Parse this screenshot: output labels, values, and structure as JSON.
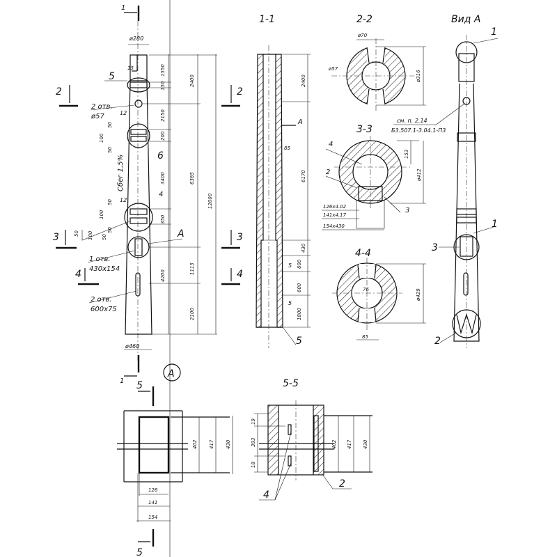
{
  "sections": {
    "s11": "1-1",
    "s22": "2-2",
    "s33": "3-3",
    "s44": "4-4",
    "s55": "5-5",
    "view_a": "Вид  А",
    "detail_a": "А",
    "cut1": "1",
    "cut2": "2",
    "cut3": "3",
    "cut4": "4",
    "cut5": "5"
  },
  "column": {
    "top_dia": "ø280",
    "bottom_dia": "ø460",
    "d15": "15",
    "callout5": "5",
    "callout6": "6",
    "callout4": "4",
    "calloutA": "А",
    "holes1": "2 отв.",
    "holes1_size": "ø57",
    "d12a": "12",
    "d12b": "12",
    "d50a": "50",
    "d100a": "100",
    "d50b": "50",
    "taper": "Сбег 1,5%",
    "d50c": "50",
    "d100b": "100",
    "d50d": "50",
    "d50e": "50",
    "d100c": "100",
    "d50f": "50",
    "holes2": "1 отв.",
    "holes2_size": "430x154",
    "holes3": "2 отв.",
    "holes3_size": "600x75",
    "dims_inner": [
      "1550",
      "150",
      "2150",
      "200",
      "3400",
      "350",
      "4200"
    ],
    "dims_mid": [
      "2400",
      "6385",
      "1115",
      "2100"
    ],
    "dim_total": "12000"
  },
  "section11": {
    "arrowA": "А",
    "d85": "85",
    "dims": [
      "2400",
      "6170",
      "430",
      "600",
      "600",
      "1800"
    ],
    "d5a": "5",
    "d5b": "5",
    "callout5": "5"
  },
  "section22": {
    "d70": "ø70",
    "d57": "ø57",
    "d316": "ø316"
  },
  "section33": {
    "c4": "4",
    "c2": "2",
    "c3": "3",
    "d153": "153",
    "d412": "ø412",
    "p1": "126x4.02",
    "p2": "141x4.17",
    "p3": "154x430"
  },
  "section44": {
    "d429": "ø429",
    "d76": "76",
    "d85": "85"
  },
  "view_a": {
    "c1a": "1",
    "c1b": "1",
    "c3": "3",
    "c2": "2",
    "note1": "см. п. 2.14",
    "note2": "Б3.507.1-3.04.1-П3"
  },
  "detail": {
    "w126": "126",
    "w141": "141",
    "w154": "154",
    "h402": "402",
    "h417": "417",
    "h430": "430"
  },
  "section55": {
    "d19": "19",
    "d393": "393",
    "d18": "18",
    "h402": "402",
    "h417": "417",
    "h430": "430",
    "c4": "4",
    "c2": "2"
  }
}
